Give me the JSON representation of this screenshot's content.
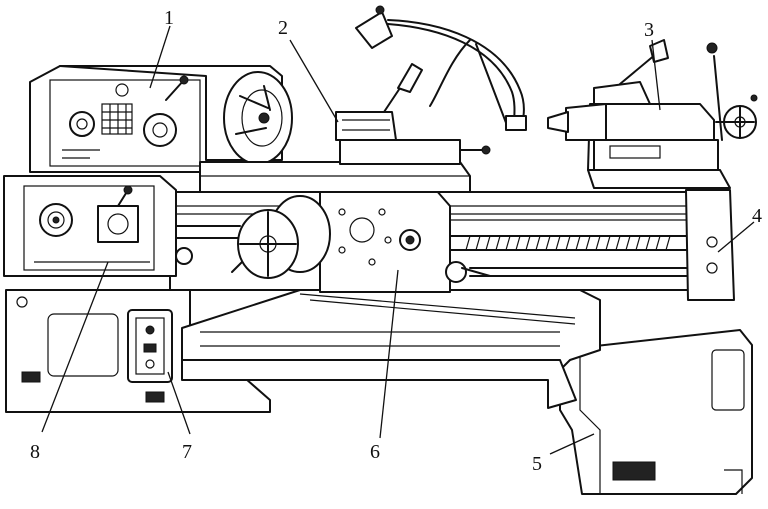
{
  "callouts": [
    {
      "id": "1",
      "text": "1"
    },
    {
      "id": "2",
      "text": "2"
    },
    {
      "id": "3",
      "text": "3"
    },
    {
      "id": "4",
      "text": "4"
    },
    {
      "id": "5",
      "text": "5"
    },
    {
      "id": "6",
      "text": "6"
    },
    {
      "id": "7",
      "text": "7"
    },
    {
      "id": "8",
      "text": "8"
    }
  ],
  "colors": {
    "ink": "#111111",
    "paper": "#ffffff"
  }
}
